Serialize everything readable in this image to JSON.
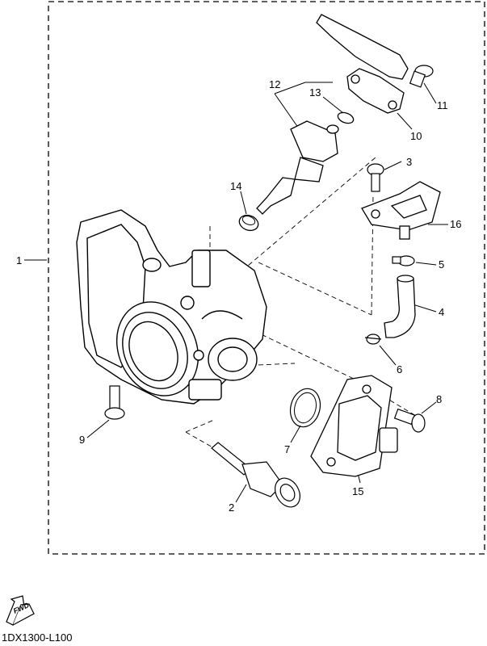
{
  "callouts": {
    "c1": "1",
    "c2": "2",
    "c3": "3",
    "c4": "4",
    "c5": "5",
    "c6": "6",
    "c7": "7",
    "c8": "8",
    "c9": "9",
    "c10": "10",
    "c11": "11",
    "c12": "12",
    "c13": "13",
    "c14": "14",
    "c15": "15",
    "c16": "16"
  },
  "diagram_code": "1DX1300-L100",
  "direction_badge": "FWD",
  "colors": {
    "line": "#000000",
    "background": "#ffffff",
    "fill": "#ffffff"
  },
  "icons": {
    "direction": "forward-arrow-icon"
  }
}
